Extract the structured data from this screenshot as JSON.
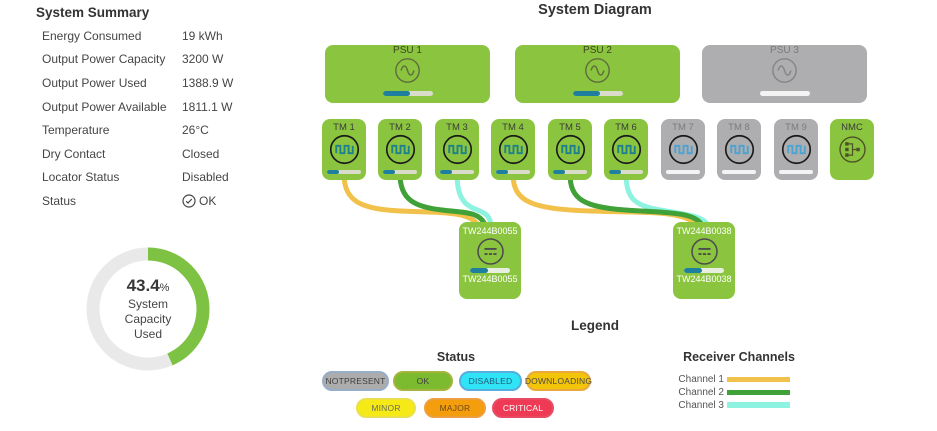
{
  "summary": {
    "title": "System Summary",
    "rows": [
      {
        "label": "Energy Consumed",
        "value": "19 kWh"
      },
      {
        "label": "Output Power Capacity",
        "value": "3200 W"
      },
      {
        "label": "Output Power Used",
        "value": "1388.9 W"
      },
      {
        "label": "Output Power Available",
        "value": "1811.1 W"
      },
      {
        "label": "Temperature",
        "value": "26°C"
      },
      {
        "label": "Dry Contact",
        "value": "Closed"
      },
      {
        "label": "Locator Status",
        "value": "Disabled"
      },
      {
        "label": "Status",
        "value": "OK",
        "icon": "check-circle-icon"
      }
    ],
    "gauge": {
      "value": 43.4,
      "percent": "43.4",
      "percent_sign": "%",
      "label_lines": [
        "System",
        "Capacity",
        "Used"
      ],
      "color": "#7dc242",
      "track": "#e9e9e9"
    }
  },
  "diagram": {
    "title": "System Diagram",
    "psus": [
      {
        "label": "PSU 1",
        "status": "ok",
        "bar_percent": "55%"
      },
      {
        "label": "PSU 2",
        "status": "ok",
        "bar_percent": "55%"
      },
      {
        "label": "PSU 3",
        "status": "notpresent",
        "bar_percent": "0%"
      }
    ],
    "modules": [
      {
        "label": "TM 1",
        "status": "ok",
        "channel": 1,
        "bar_percent": "35%"
      },
      {
        "label": "TM 2",
        "status": "ok",
        "channel": 2,
        "bar_percent": "35%"
      },
      {
        "label": "TM 3",
        "status": "ok",
        "channel": 3,
        "bar_percent": "35%"
      },
      {
        "label": "TM 4",
        "status": "ok",
        "channel": 1,
        "bar_percent": "35%"
      },
      {
        "label": "TM 5",
        "status": "ok",
        "channel": 2,
        "bar_percent": "35%"
      },
      {
        "label": "TM 6",
        "status": "ok",
        "channel": 3,
        "bar_percent": "35%"
      },
      {
        "label": "TM 7",
        "status": "notpresent",
        "bar_percent": "0%"
      },
      {
        "label": "TM 8",
        "status": "notpresent",
        "bar_percent": "0%"
      },
      {
        "label": "TM 9",
        "status": "notpresent",
        "bar_percent": "0%"
      },
      {
        "label": "NMC",
        "status": "ok"
      }
    ],
    "receivers": [
      {
        "label_top": "TW244B0055",
        "label_bottom": "TW244B0055",
        "bar_percent": "45%"
      },
      {
        "label_top": "TW244B0038",
        "label_bottom": "TW244B0038",
        "bar_percent": "45%"
      }
    ]
  },
  "legend": {
    "title": "Legend",
    "status": {
      "title": "Status",
      "items": [
        {
          "label": "NOTPRESENT",
          "fill": "#acacac",
          "border": "#96aec8",
          "text": "#3f3f3f"
        },
        {
          "label": "OK",
          "fill": "#7cba30",
          "border": "#a4b43c",
          "text": "#3f3f3f"
        },
        {
          "label": "DISABLED",
          "fill": "#2fe4f6",
          "border": "#56aedc",
          "text": "#1f5d7a"
        },
        {
          "label": "DOWNLOADING",
          "fill": "#f3c508",
          "border": "#e9a93d",
          "text": "#4a4a4a"
        },
        {
          "label": "MINOR",
          "fill": "#f6ea16",
          "border": "#ecdf4e",
          "text": "#6b6b52"
        },
        {
          "label": "MAJOR",
          "fill": "#f59e0d",
          "border": "#ec9f40",
          "text": "#6b4a14"
        },
        {
          "label": "CRITICAL",
          "fill": "#ee3a55",
          "border": "#ea4b64",
          "text": "#ffffff"
        }
      ]
    },
    "channels": {
      "title": "Receiver Channels",
      "items": [
        {
          "label": "Channel 1",
          "color": "#f2c14b"
        },
        {
          "label": "Channel 2",
          "color": "#3fa138"
        },
        {
          "label": "Channel 3",
          "color": "#8df2e0"
        }
      ]
    }
  },
  "colors": {
    "box_ok": "#8bc53f",
    "box_notpresent": "#aeaeb0",
    "bar_fill": "#1f7f9e"
  }
}
